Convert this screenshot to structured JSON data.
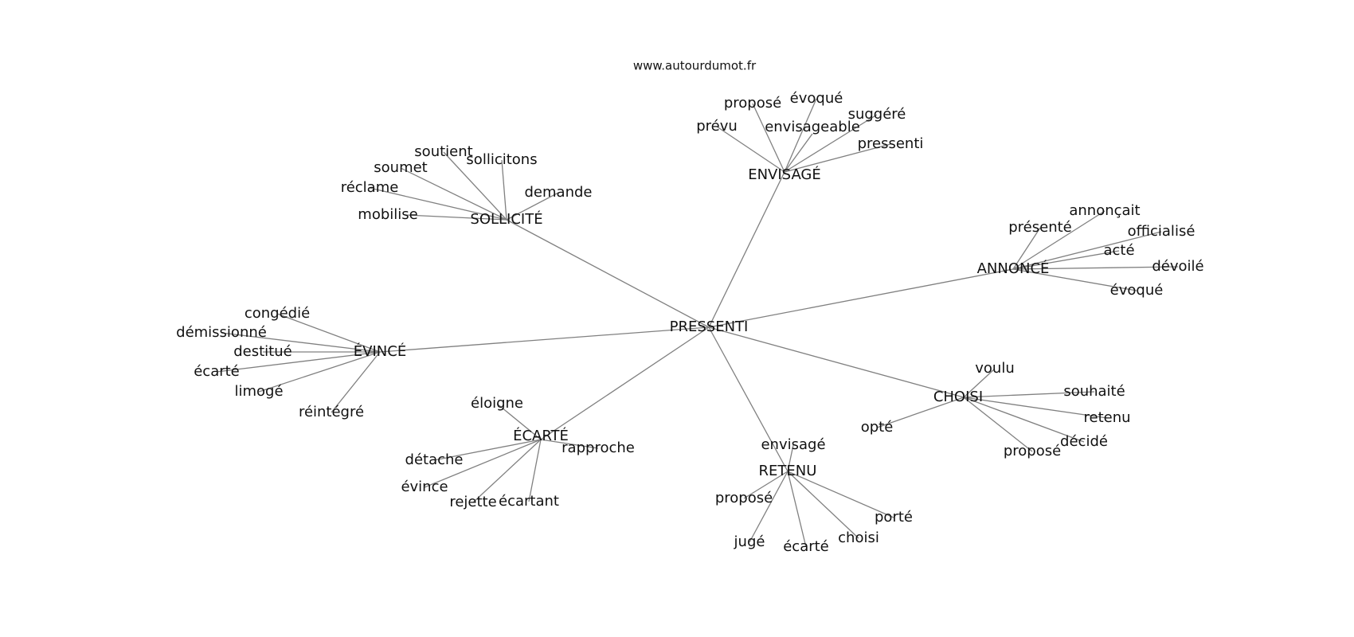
{
  "credit": "www.autourdumot.fr",
  "root": "PRESSENTI",
  "clusters": [
    {
      "id": "envisage",
      "label": "ENVISAGÉ",
      "children": [
        {
          "id": "envisage-propose",
          "label": "proposé"
        },
        {
          "id": "envisage-evoque",
          "label": "évoqué"
        },
        {
          "id": "envisage-suggere",
          "label": "suggéré"
        },
        {
          "id": "envisage-prevu",
          "label": "prévu"
        },
        {
          "id": "envisage-envisageable",
          "label": "envisageable"
        },
        {
          "id": "envisage-pressenti",
          "label": "pressenti"
        }
      ]
    },
    {
      "id": "sollicite",
      "label": "SOLLICITÉ",
      "children": [
        {
          "id": "sollicite-soutient",
          "label": "soutient"
        },
        {
          "id": "sollicite-sollicitons",
          "label": "sollicitons"
        },
        {
          "id": "sollicite-soumet",
          "label": "soumet"
        },
        {
          "id": "sollicite-reclame",
          "label": "réclame"
        },
        {
          "id": "sollicite-demande",
          "label": "demande"
        },
        {
          "id": "sollicite-mobilise",
          "label": "mobilise"
        }
      ]
    },
    {
      "id": "annonce",
      "label": "ANNONCÉ",
      "children": [
        {
          "id": "annonce-annoncait",
          "label": "annonçait"
        },
        {
          "id": "annonce-presente",
          "label": "présenté"
        },
        {
          "id": "annonce-officialise",
          "label": "officialisé"
        },
        {
          "id": "annonce-acte",
          "label": "acté"
        },
        {
          "id": "annonce-devoile",
          "label": "dévoilé"
        },
        {
          "id": "annonce-evoque",
          "label": "évoqué"
        }
      ]
    },
    {
      "id": "evince",
      "label": "ÉVINCÉ",
      "children": [
        {
          "id": "evince-congedie",
          "label": "congédié"
        },
        {
          "id": "evince-demissionne",
          "label": "démissionné"
        },
        {
          "id": "evince-destitue",
          "label": "destitué"
        },
        {
          "id": "evince-ecarte",
          "label": "écarté"
        },
        {
          "id": "evince-limoge",
          "label": "limogé"
        },
        {
          "id": "evince-reintegre",
          "label": "réintégré"
        }
      ]
    },
    {
      "id": "choisi",
      "label": "CHOISI",
      "children": [
        {
          "id": "choisi-voulu",
          "label": "voulu"
        },
        {
          "id": "choisi-souhaite",
          "label": "souhaité"
        },
        {
          "id": "choisi-retenu",
          "label": "retenu"
        },
        {
          "id": "choisi-opte",
          "label": "opté"
        },
        {
          "id": "choisi-decide",
          "label": "décidé"
        },
        {
          "id": "choisi-propose",
          "label": "proposé"
        }
      ]
    },
    {
      "id": "ecarte",
      "label": "ÉCARTÉ",
      "children": [
        {
          "id": "ecarte-eloigne",
          "label": "éloigne"
        },
        {
          "id": "ecarte-rapproche",
          "label": "rapproche"
        },
        {
          "id": "ecarte-detache",
          "label": "détache"
        },
        {
          "id": "ecarte-evince",
          "label": "évince"
        },
        {
          "id": "ecarte-rejette",
          "label": "rejette"
        },
        {
          "id": "ecarte-ecartant",
          "label": "écartant"
        }
      ]
    },
    {
      "id": "retenu",
      "label": "RETENU",
      "children": [
        {
          "id": "retenu-envisage",
          "label": "envisagé"
        },
        {
          "id": "retenu-propose",
          "label": "proposé"
        },
        {
          "id": "retenu-porte",
          "label": "porté"
        },
        {
          "id": "retenu-juge",
          "label": "jugé"
        },
        {
          "id": "retenu-ecarte",
          "label": "écarté"
        },
        {
          "id": "retenu-choisi",
          "label": "choisi"
        }
      ]
    }
  ]
}
